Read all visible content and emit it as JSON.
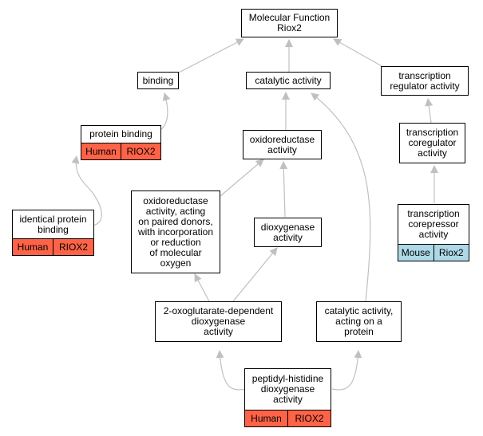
{
  "colors": {
    "human": "#ff6347",
    "mouse": "#add8e6",
    "edge": "#c0c0c0"
  },
  "nodes": [
    {
      "id": "mf",
      "label": "Molecular Function\nRiox2"
    },
    {
      "id": "binding",
      "label": "binding"
    },
    {
      "id": "catalytic",
      "label": "catalytic activity"
    },
    {
      "id": "txreg",
      "label": "transcription\nregulator activity"
    },
    {
      "id": "protbind",
      "label": "protein binding",
      "species": "Human",
      "gene": "RIOX2"
    },
    {
      "id": "oxred",
      "label": "oxidoreductase\nactivity"
    },
    {
      "id": "txcoreg",
      "label": "transcription\ncoregulator\nactivity"
    },
    {
      "id": "identical",
      "label": "identical protein\nbinding",
      "species": "Human",
      "gene": "RIOX2"
    },
    {
      "id": "oxpaired",
      "label": "oxidoreductase\nactivity, acting\non paired donors,\nwith incorporation\nor reduction\nof molecular\noxygen"
    },
    {
      "id": "dioxy",
      "label": "dioxygenase\nactivity"
    },
    {
      "id": "txcorep",
      "label": "transcription\ncorepressor\nactivity",
      "species": "Mouse",
      "gene": "Riox2"
    },
    {
      "id": "oxoglut",
      "label": "2-oxoglutarate-dependent\ndioxygenase\nactivity"
    },
    {
      "id": "catprot",
      "label": "catalytic activity,\nacting on a\nprotein"
    },
    {
      "id": "peptidyl",
      "label": "peptidyl-histidine\ndioxygenase\nactivity",
      "species": "Human",
      "gene": "RIOX2"
    }
  ]
}
